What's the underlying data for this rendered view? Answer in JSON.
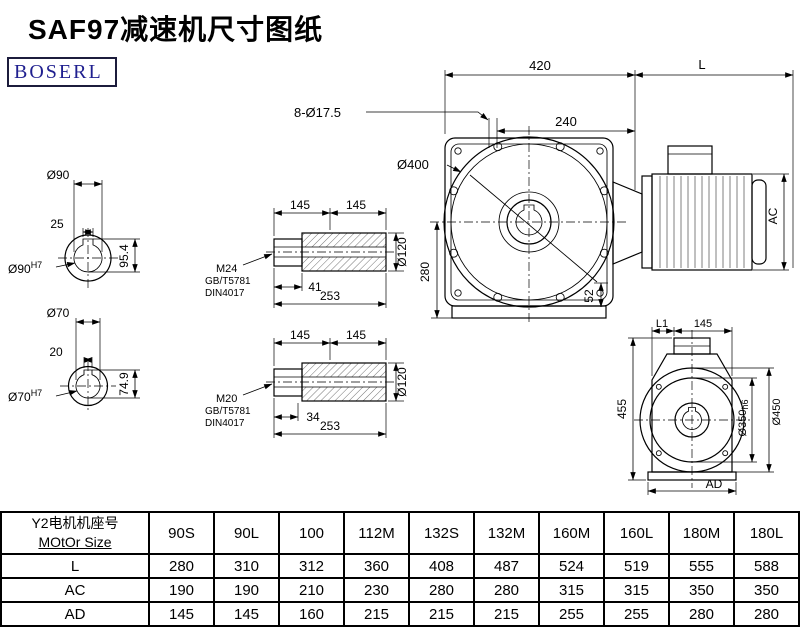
{
  "page": {
    "title": "SAF97减速机尺寸图纸",
    "brand": "BOSERL"
  },
  "shaft90": {
    "dia": "Ø90",
    "key_w": "25",
    "key_h": "95.4",
    "bore": "Ø90",
    "bore_tol": "H7"
  },
  "shaft70": {
    "dia": "Ø70",
    "key_w": "20",
    "key_h": "74.9",
    "bore": "Ø70",
    "bore_tol": "H7"
  },
  "hollow1": {
    "len_a": "145",
    "len_b": "145",
    "dia": "Ø120",
    "thread": "M24",
    "std1": "GB/T5781",
    "std2": "DIN4017",
    "depth": "41",
    "total": "253"
  },
  "hollow2": {
    "len_a": "145",
    "len_b": "145",
    "dia": "Ø120",
    "thread": "M20",
    "std1": "GB/T5781",
    "std2": "DIN4017",
    "depth": "34",
    "total": "253"
  },
  "front": {
    "width": "420",
    "len": "L",
    "holes": "8-Ø17.5",
    "inner_w": "240",
    "flange_dia": "Ø400",
    "height": "280",
    "foot": "52",
    "motor_dia": "AC"
  },
  "side": {
    "l1": "L1",
    "cap_w": "145",
    "height": "455",
    "spigot": "Ø350",
    "spigot_tol": "h6",
    "flange": "Ø450",
    "width": "AD"
  },
  "table": {
    "header": {
      "line1": "Y2电机机座号",
      "line2": "MOtOr Size"
    },
    "sizes": [
      "90S",
      "90L",
      "100",
      "112M",
      "132S",
      "132M",
      "160M",
      "160L",
      "180M",
      "180L"
    ],
    "rows": [
      {
        "label": "L",
        "values": [
          "280",
          "310",
          "312",
          "360",
          "408",
          "487",
          "524",
          "519",
          "555",
          "588"
        ]
      },
      {
        "label": "AC",
        "values": [
          "190",
          "190",
          "210",
          "230",
          "280",
          "280",
          "315",
          "315",
          "350",
          "350"
        ]
      },
      {
        "label": "AD",
        "values": [
          "145",
          "145",
          "160",
          "215",
          "215",
          "215",
          "255",
          "255",
          "280",
          "280"
        ]
      }
    ]
  }
}
